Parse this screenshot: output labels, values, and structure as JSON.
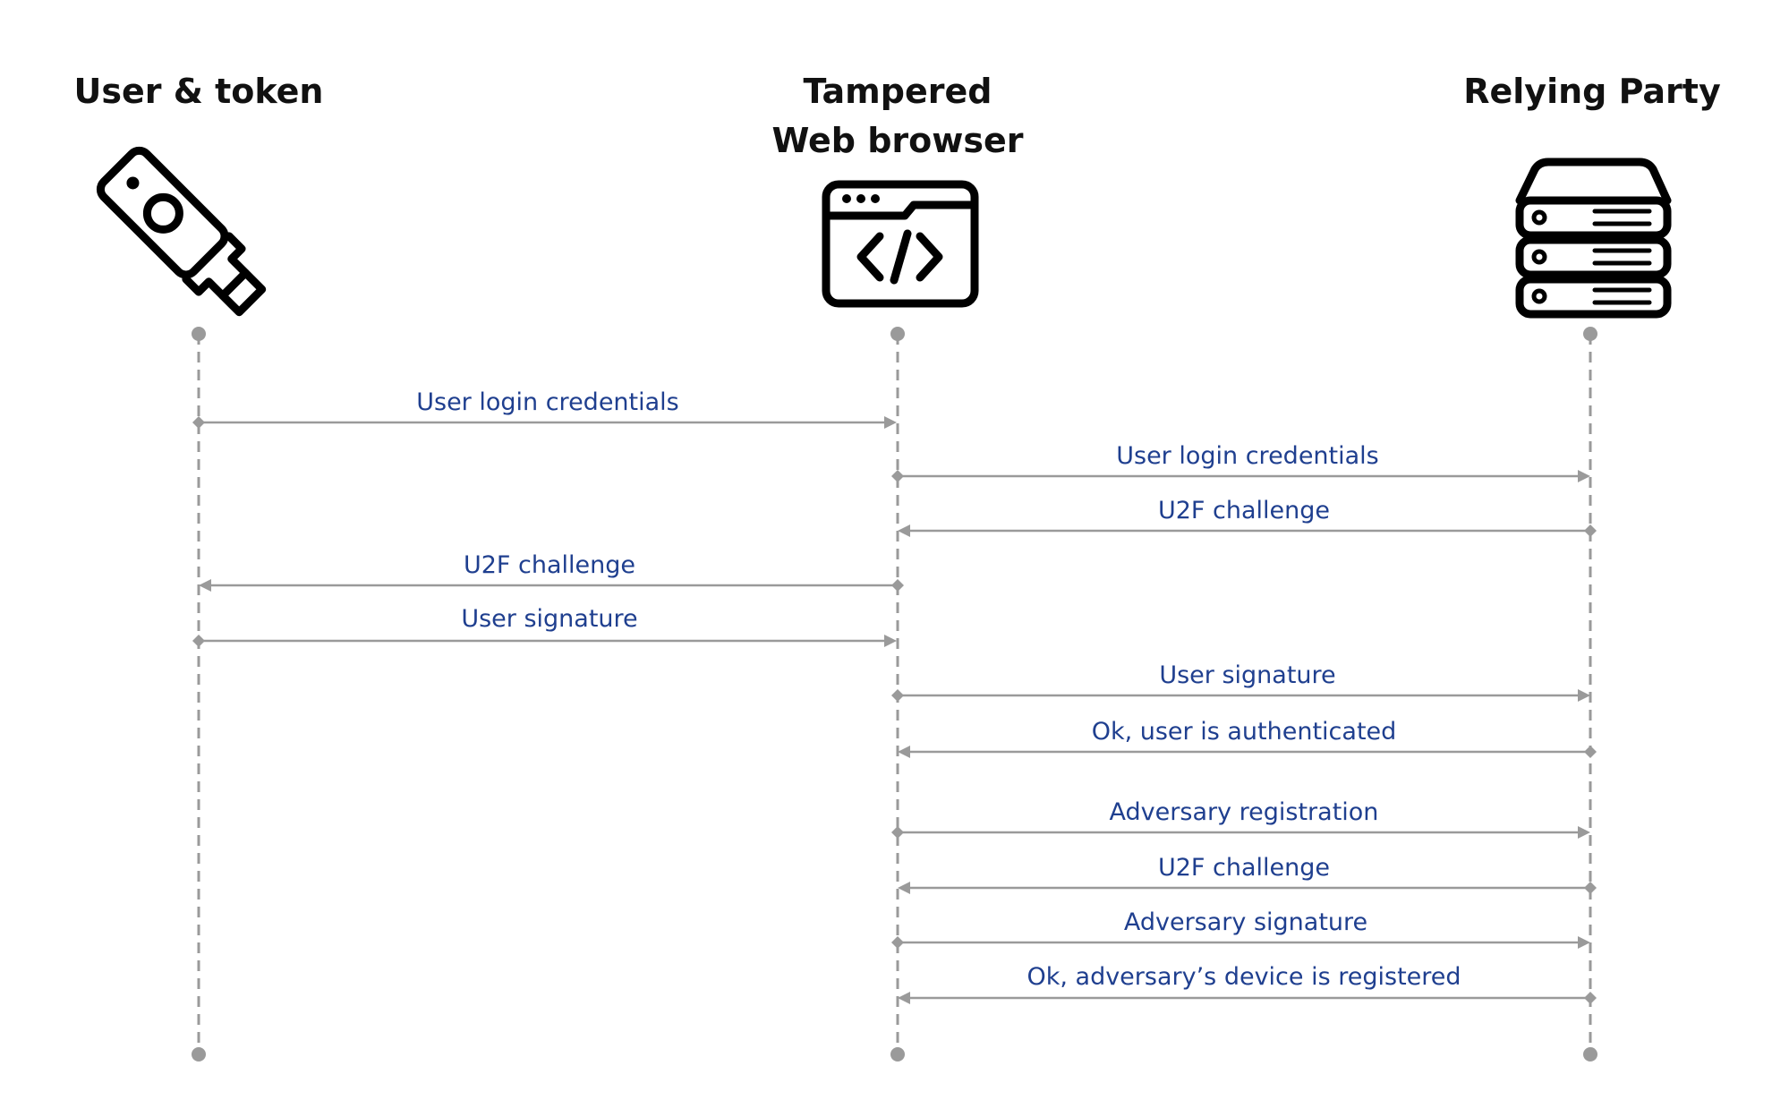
{
  "actors": [
    {
      "id": "user",
      "title_lines": [
        "User & token"
      ],
      "icon": "usb-security-key-icon"
    },
    {
      "id": "browser",
      "title_lines": [
        "Tampered",
        "Web browser"
      ],
      "icon": "browser-code-icon"
    },
    {
      "id": "rp",
      "title_lines": [
        "Relying Party"
      ],
      "icon": "server-rack-icon"
    }
  ],
  "messages": [
    {
      "from": "user",
      "to": "browser",
      "label": "User login credentials"
    },
    {
      "from": "browser",
      "to": "rp",
      "label": "User login credentials"
    },
    {
      "from": "rp",
      "to": "browser",
      "label": "U2F challenge"
    },
    {
      "from": "browser",
      "to": "user",
      "label": "U2F challenge"
    },
    {
      "from": "user",
      "to": "browser",
      "label": "User signature"
    },
    {
      "from": "browser",
      "to": "rp",
      "label": "User signature"
    },
    {
      "from": "rp",
      "to": "browser",
      "label": "Ok, user is authenticated"
    },
    {
      "from": "browser",
      "to": "rp",
      "label": "Adversary registration"
    },
    {
      "from": "rp",
      "to": "browser",
      "label": "U2F challenge"
    },
    {
      "from": "browser",
      "to": "rp",
      "label": "Adversary signature"
    },
    {
      "from": "rp",
      "to": "browser",
      "label": "Ok, adversary’s device is registered"
    }
  ],
  "colors": {
    "title": "#111111",
    "label": "#1f3f8f",
    "line": "#9a9a9a",
    "icon": "#000000"
  }
}
